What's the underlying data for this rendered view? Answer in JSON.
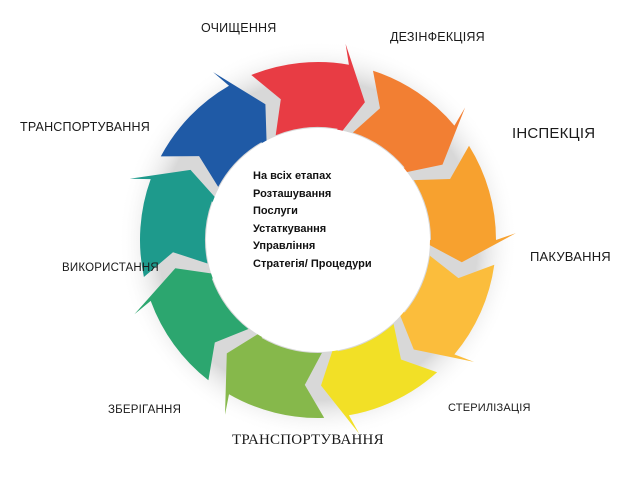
{
  "center": {
    "lines": [
      "На всіх етапах",
      " Розташування",
      "Послуги",
      "Устаткування",
      "Управління",
      "Стратегія/ Процедури"
    ]
  },
  "stages": [
    {
      "label": "ОЧИЩЕННЯ",
      "color": "#e83c44"
    },
    {
      "label": "ДЕЗІНФЕКЦІЯЯ",
      "color": "#f27f33"
    },
    {
      "label": "ІНСПЕКЦІЯ",
      "color": "#f7a12f"
    },
    {
      "label": "ПАКУВАННЯ",
      "color": "#fbbd3c"
    },
    {
      "label": "СТЕРИЛІЗАЦІЯ",
      "color": "#f2e026"
    },
    {
      "label": "ТРАНСПОРТУВАННЯ",
      "color": "#86b84b"
    },
    {
      "label": "ЗБЕРІГАННЯ",
      "color": "#2ca66f"
    },
    {
      "label": "ВИКОРИСТАННЯ",
      "color": "#1e9a8c"
    },
    {
      "label": "ТРАНСПОРТУВАННЯ",
      "color": "#1f5aa6"
    }
  ],
  "colors": {
    "ring_shadow": "#e2e2e2",
    "inner_fill": "#ffffff"
  }
}
